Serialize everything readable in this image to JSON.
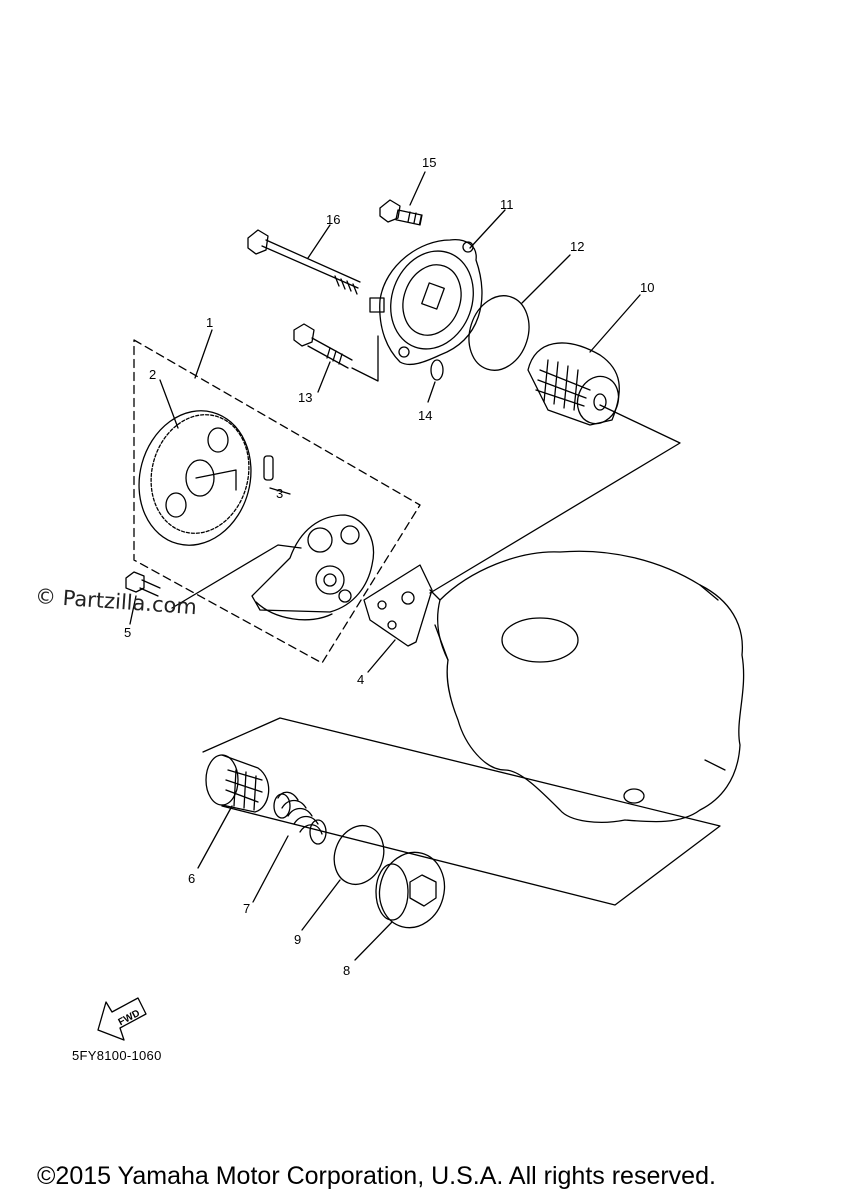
{
  "watermark": "© Partzilla.com",
  "diagram_code": "5FY8100-1060",
  "copyright": "©2015 Yamaha Motor Corporation, U.S.A. All rights reserved.",
  "fwd_label": "FWD",
  "callouts": {
    "c1": "1",
    "c2": "2",
    "c3": "3",
    "c4": "4",
    "c5": "5",
    "c6": "6",
    "c7": "7",
    "c8": "8",
    "c9": "9",
    "c10": "10",
    "c11": "11",
    "c12": "12",
    "c13": "13",
    "c14": "14",
    "c15": "15",
    "c16": "16"
  }
}
